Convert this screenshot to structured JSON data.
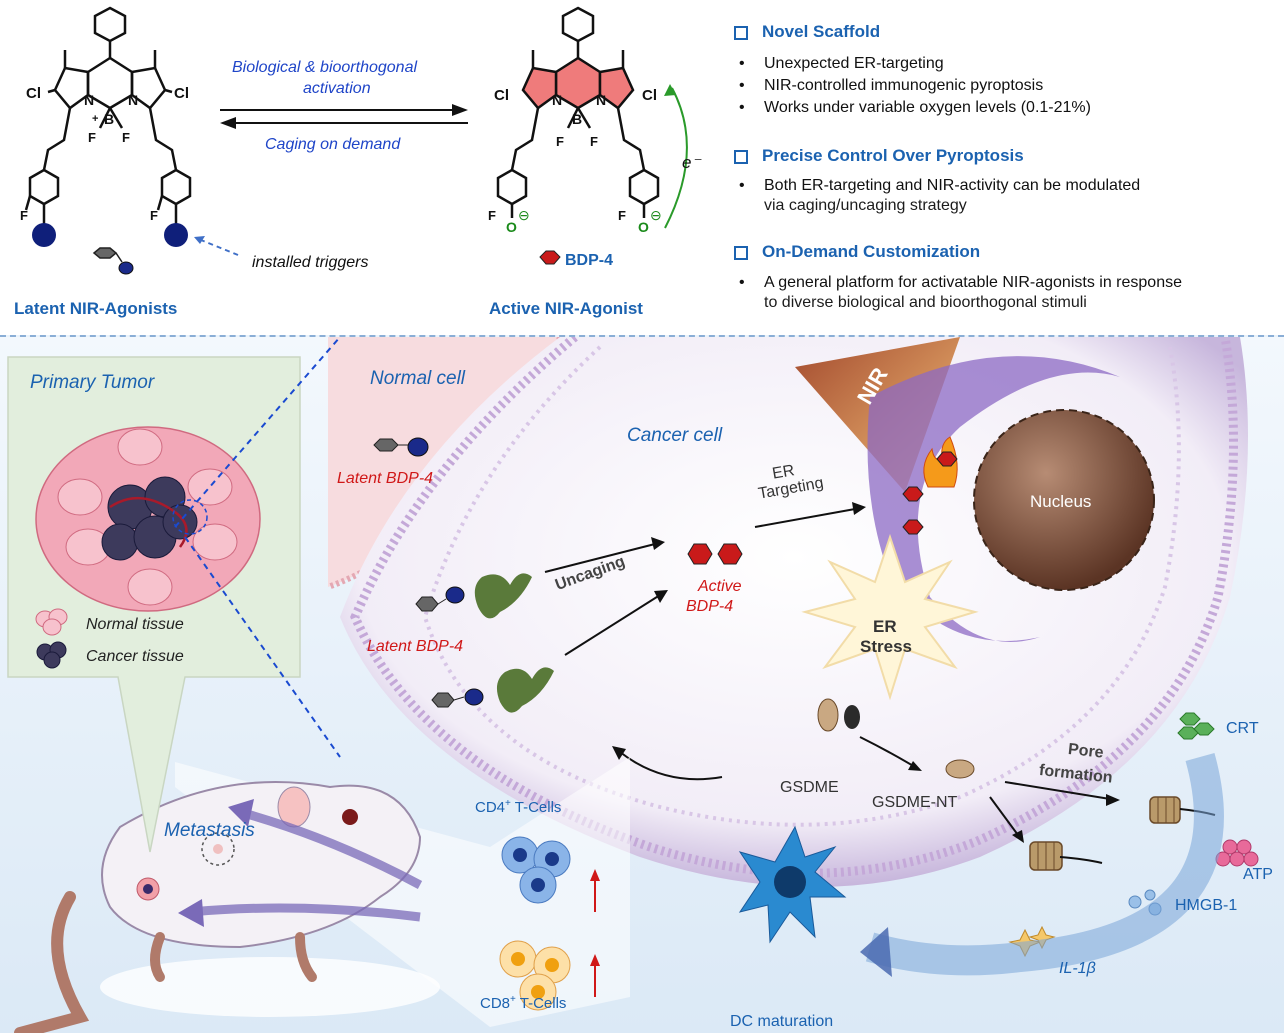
{
  "top": {
    "arrow_top_line1": "Biological & bioorthogonal",
    "arrow_top_line2": "activation",
    "arrow_bottom": "Caging on demand",
    "installed_triggers": "installed triggers",
    "latent_title": "Latent NIR-Agonists",
    "active_title": "Active NIR-Agonist",
    "bdp4": "BDP-4",
    "electron": "e⁻",
    "chem": {
      "cl": "Cl",
      "f": "F",
      "n": "N",
      "b": "B",
      "plus": "+",
      "minus": "−",
      "o": "O",
      "ominus": "⊖"
    }
  },
  "features": [
    {
      "title": "Novel Scaffold",
      "bullets": [
        "Unexpected ER-targeting",
        "NIR-controlled immunogenic pyroptosis",
        "Works under variable oxygen levels (0.1-21%)"
      ]
    },
    {
      "title": "Precise Control Over Pyroptosis",
      "bullets": [
        "Both ER-targeting and NIR-activity can be modulated",
        "via caging/uncaging strategy"
      ]
    },
    {
      "title": "On-Demand Customization",
      "bullets": [
        "A general platform for activatable NIR-agonists in response",
        "to diverse biological and bioorthogonal stimuli"
      ]
    }
  ],
  "bottom": {
    "primary_tumor": "Primary Tumor",
    "normal_tissue": "Normal tissue",
    "cancer_tissue": "Cancer tissue",
    "normal_cell": "Normal cell",
    "latent_bdp4_normal": "Latent BDP-4",
    "cancer_cell": "Cancer cell",
    "latent_bdp4": "Latent BDP-4",
    "uncaging": "Uncaging",
    "active_line1": "Active",
    "active_line2": "BDP-4",
    "er_line1": "ER",
    "er_line2": "Targeting",
    "nir": "NIR",
    "nucleus": "Nucleus",
    "er_stress_line1": "ER",
    "er_stress_line2": "Stress",
    "gsdme": "GSDME",
    "gsdme_nt": "GSDME-NT",
    "pore_line1": "Pore",
    "pore_line2": "formation",
    "crt": "CRT",
    "atp": "ATP",
    "hmgb1": "HMGB-1",
    "il1b": "IL-1β",
    "dc_maturation": "DC maturation",
    "cd4_base": "CD4",
    "cd8_base": "CD8",
    "sup_plus": "+",
    "t_cells": " T-Cells",
    "metastasis": "Metastasis"
  },
  "colors": {
    "blue": "#1b62b0",
    "red": "#d01818",
    "bodipy_active": "#e85a5a",
    "hexagon": "#c91a1a"
  }
}
